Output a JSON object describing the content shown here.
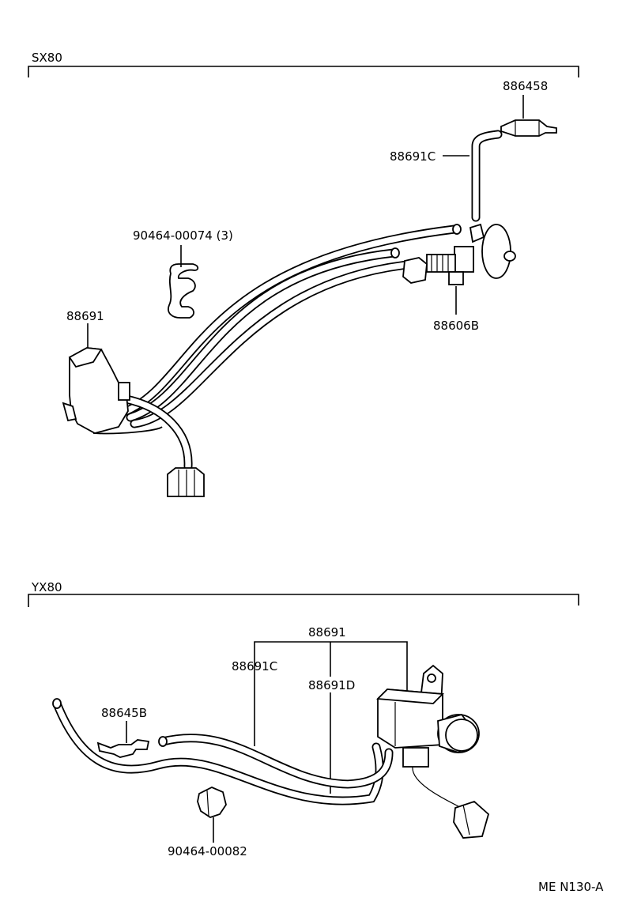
{
  "sections": [
    {
      "title": "SX80",
      "labels": {
        "vsv_valve_top": "886458",
        "hose_top": "88691C",
        "clamp": "90464-00074 (3)",
        "vsv": "88691",
        "fitting": "88606B"
      }
    },
    {
      "title": "YX80",
      "labels": {
        "vsv": "88691",
        "hose_c": "88691C",
        "hose_d": "88691D",
        "valve": "88645B",
        "clamp": "90464-00082"
      }
    }
  ],
  "footer_code": "ME N130-A"
}
